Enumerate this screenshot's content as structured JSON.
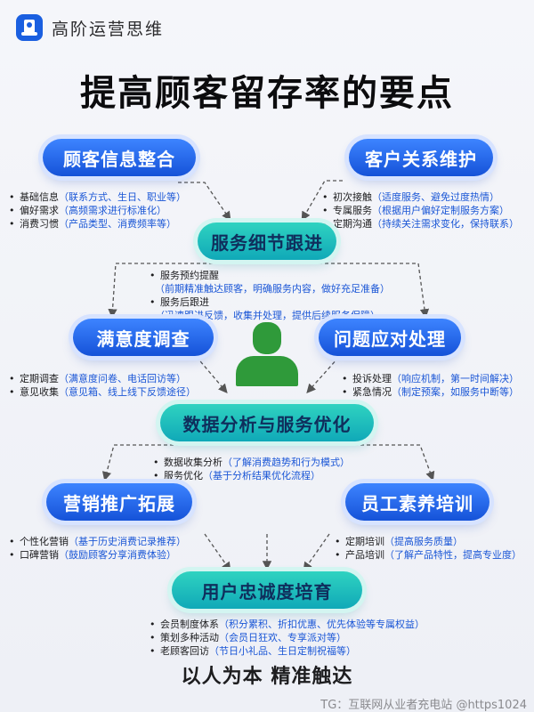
{
  "brand": {
    "name": "高阶运营思维",
    "icon": "chess-rook-icon",
    "accent": "#1a5fe0"
  },
  "title": "提高顾客留存率的要点",
  "nodes": {
    "info": {
      "label": "顾客信息整合",
      "items": [
        {
          "text": "基础信息",
          "note": "（联系方式、生日、职业等）"
        },
        {
          "text": "偏好需求",
          "note": "（高频需求进行标准化）"
        },
        {
          "text": "消费习惯",
          "note": "（产品类型、消费频率等）"
        }
      ]
    },
    "relation": {
      "label": "客户关系维护",
      "items": [
        {
          "text": "初次接触",
          "note": "（适度服务、避免过度热情）"
        },
        {
          "text": "专属服务",
          "note": "（根据用户偏好定制服务方案）"
        },
        {
          "text": "定期沟通",
          "note": "（持续关注需求变化，保持联系）"
        }
      ]
    },
    "service": {
      "label": "服务细节跟进",
      "items": [
        {
          "text": "服务预约提醒",
          "sub": "（前期精准触达顾客，明确服务内容，做好充足准备）"
        },
        {
          "text": "服务后跟进",
          "sub": "（迅速跟进反馈，收集并处理，提供后续服务保障）"
        }
      ]
    },
    "survey": {
      "label": "满意度调查",
      "items": [
        {
          "text": "定期调查",
          "note": "（满意度问卷、电话回访等）"
        },
        {
          "text": "意见收集",
          "note": "（意见箱、线上线下反馈途径）"
        }
      ]
    },
    "problem": {
      "label": "问题应对处理",
      "items": [
        {
          "text": "投诉处理",
          "note": "（响应机制，第一时间解决）"
        },
        {
          "text": "紧急情况",
          "note": "（制定预案，如服务中断等）"
        }
      ]
    },
    "data": {
      "label": "数据分析与服务优化",
      "items": [
        {
          "text": "数据收集分析",
          "note": "（了解消费趋势和行为模式）"
        },
        {
          "text": "服务优化",
          "note": "（基于分析结果优化流程）"
        }
      ]
    },
    "marketing": {
      "label": "营销推广拓展",
      "items": [
        {
          "text": "个性化营销",
          "note": "（基于历史消费记录推荐）"
        },
        {
          "text": "口碑营销",
          "note": "（鼓励顾客分享消费体验）"
        }
      ]
    },
    "staff": {
      "label": "员工素养培训",
      "items": [
        {
          "text": "定期培训",
          "note": "（提高服务质量）"
        },
        {
          "text": "产品培训",
          "note": "（了解产品特性，提高专业度）"
        }
      ]
    },
    "loyalty": {
      "label": "用户忠诚度培育",
      "items": [
        {
          "text": "会员制度体系",
          "note": "（积分累积、折扣优惠、优先体验等专属权益）"
        },
        {
          "text": "策划多种活动",
          "note": "（会员日狂欢、专享派对等）"
        },
        {
          "text": "老顾客回访",
          "note": "（节日小礼品、生日定制祝福等）"
        }
      ]
    }
  },
  "center_icon": "person-icon",
  "slogan": "以人为本 精准触达",
  "watermark": "TG：互联网从业者充电站 @https1024",
  "colors": {
    "blue_pill": "#1552d8",
    "teal_pill": "#10a9b8",
    "note_text": "#1a56d6",
    "person": "#2f9a3a"
  }
}
